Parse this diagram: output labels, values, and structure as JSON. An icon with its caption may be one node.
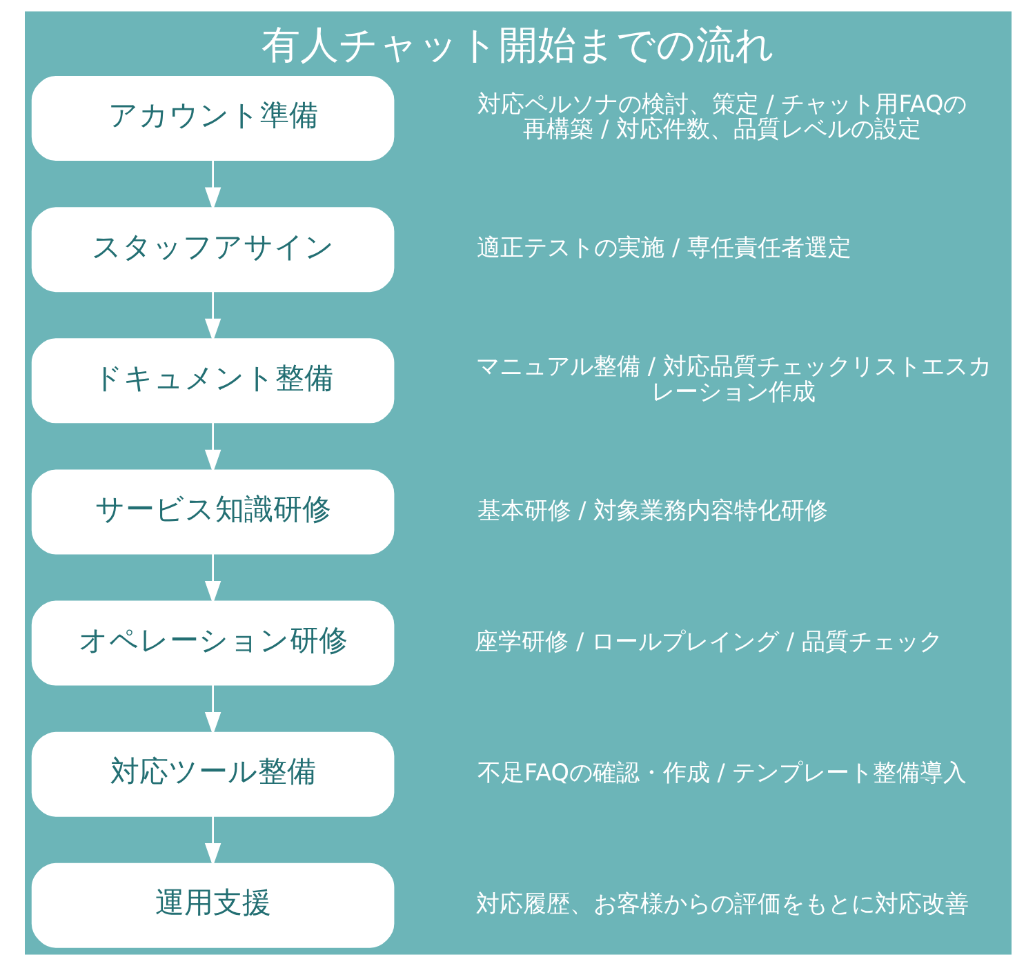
{
  "diagram": {
    "title": "有人チャット開始までの流れ",
    "nodes": [
      {
        "text": [
          "アカウント準備"
        ],
        "beside": [
          "対応ペルソナの検討、策定 / チャット用FAQの再構築 / 対応件数、品質レベルの設定"
        ]
      },
      {
        "text": [
          "スタッフアサイン"
        ],
        "beside": [
          "適正テストの実施 / 専任責任者選定"
        ]
      },
      {
        "text": [
          "ドキュメント整備"
        ],
        "beside": [
          "マニュアル整備 / 対応品質チェックリストエスカレーション作成"
        ]
      },
      {
        "text": [
          "サービス知識研修"
        ],
        "beside": [
          "基本研修 / 対象業務内容特化研修"
        ]
      },
      {
        "text": [
          "オペレーション研修"
        ],
        "beside": [
          "座学研修 / ロールプレイング / 品質チェック"
        ]
      },
      {
        "text": [
          "対応ツール整備"
        ],
        "beside": [
          "不足FAQの確認・作成 / テンプレート整備導入"
        ]
      },
      {
        "text": [
          "運用支援"
        ],
        "beside": [
          "対応履歴、お客様からの評価をもとに対応改善"
        ]
      }
    ],
    "edges": [
      {
        "from": 0,
        "to": 1,
        "arrow": "to"
      },
      {
        "from": 1,
        "to": 2,
        "arrow": "to"
      },
      {
        "from": 2,
        "to": 3,
        "arrow": "to"
      },
      {
        "from": 3,
        "to": 4,
        "arrow": "to"
      },
      {
        "from": 4,
        "to": 5,
        "arrow": "to"
      },
      {
        "from": 5,
        "to": 6,
        "arrow": "to"
      }
    ]
  }
}
